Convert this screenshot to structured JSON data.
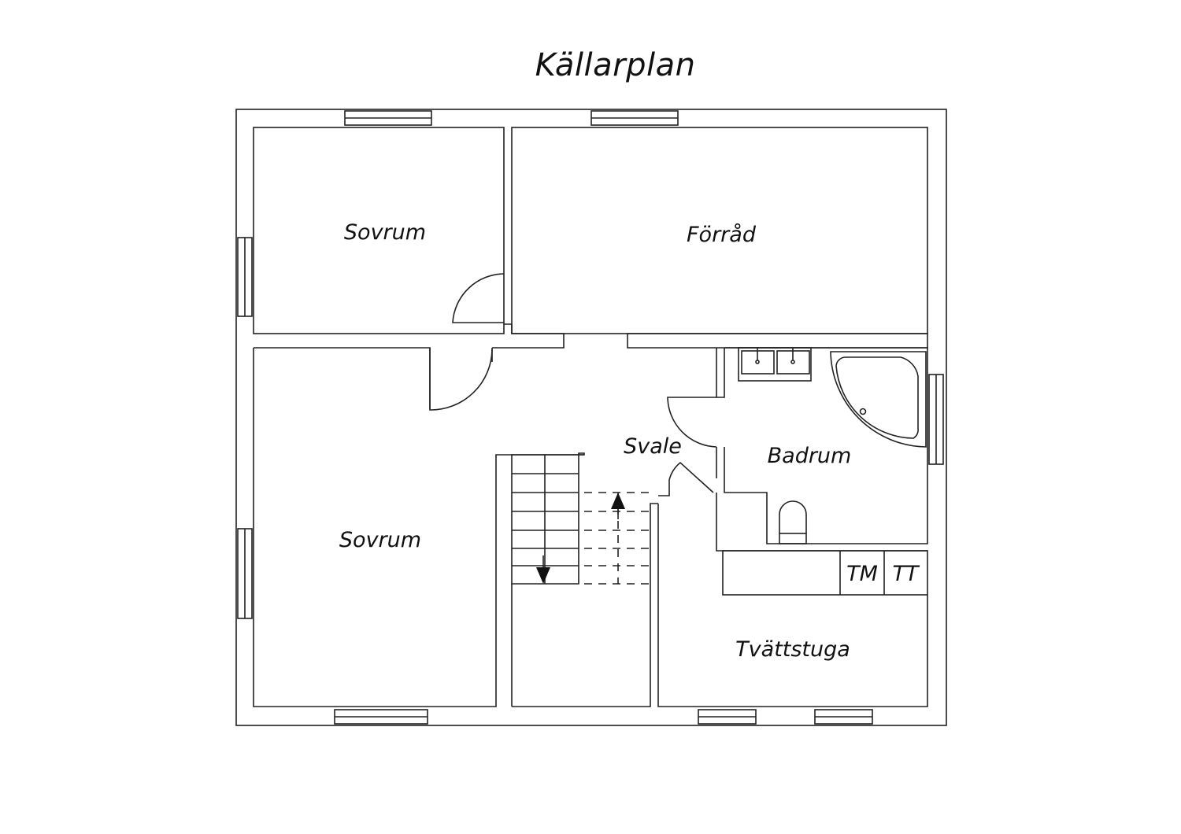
{
  "title": "Källarplan",
  "rooms": {
    "bedroom_top": "Sovrum",
    "storage": "Förråd",
    "bedroom_bottom": "Sovrum",
    "hall": "Svale",
    "bathroom": "Badrum",
    "laundry": "Tvättstuga"
  },
  "appliances": {
    "washer": "TM",
    "dryer": "TT"
  },
  "colors": {
    "line": "#222222",
    "background": "#ffffff"
  }
}
